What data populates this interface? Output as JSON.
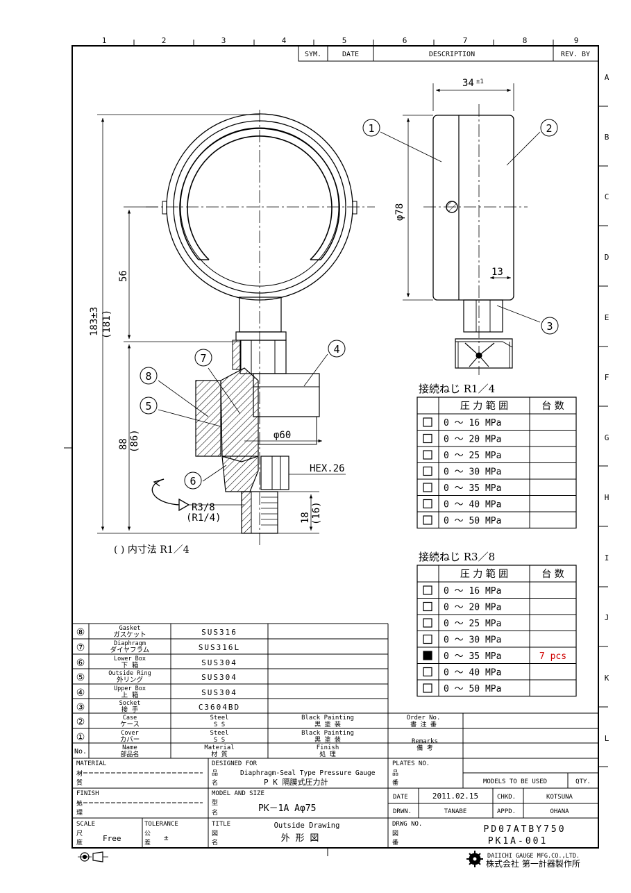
{
  "grid": {
    "cols": [
      "1",
      "2",
      "3",
      "4",
      "5",
      "6",
      "7",
      "8",
      "9"
    ],
    "rows": [
      "A",
      "B",
      "C",
      "D",
      "E",
      "F",
      "G",
      "H",
      "I",
      "J",
      "K",
      "L"
    ]
  },
  "revision": {
    "sym": "SYM.",
    "date": "DATE",
    "description": "DESCRIPTION",
    "rev_by": "REV. BY"
  },
  "dims": {
    "d34": "34",
    "d34_tol": "±1",
    "d78": "φ78",
    "d13": "13",
    "d56": "56",
    "d183": "183±3",
    "d181": "(181)",
    "d88": "88",
    "d86": "(86)",
    "d60": "φ60",
    "hex": "HEX.26",
    "r38": "R3/8",
    "r14": "(R1/4)",
    "d18": "18",
    "d16": "(16)"
  },
  "balloons": [
    "1",
    "2",
    "3",
    "4",
    "5",
    "6",
    "7",
    "8"
  ],
  "inner_note": "( ) 内寸法 R1／4",
  "table_r14": {
    "title": "接続ねじ R1／4",
    "head_range": "圧 力 範 囲",
    "head_qty": "台  数",
    "rows": [
      {
        "checked": false,
        "range": "0  ～  16 MPa",
        "qty": ""
      },
      {
        "checked": false,
        "range": "0  ～  20 MPa",
        "qty": ""
      },
      {
        "checked": false,
        "range": "0  ～  25 MPa",
        "qty": ""
      },
      {
        "checked": false,
        "range": "0  ～  30 MPa",
        "qty": ""
      },
      {
        "checked": false,
        "range": "0  ～  35 MPa",
        "qty": ""
      },
      {
        "checked": false,
        "range": "0  ～  40 MPa",
        "qty": ""
      },
      {
        "checked": false,
        "range": "0  ～  50 MPa",
        "qty": ""
      }
    ]
  },
  "table_r38": {
    "title": "接続ねじ R3／8",
    "head_range": "圧 力 範 囲",
    "head_qty": "台  数",
    "rows": [
      {
        "checked": false,
        "range": "0  ～  16 MPa",
        "qty": ""
      },
      {
        "checked": false,
        "range": "0  ～  20 MPa",
        "qty": ""
      },
      {
        "checked": false,
        "range": "0  ～  25 MPa",
        "qty": ""
      },
      {
        "checked": false,
        "range": "0  ～  30 MPa",
        "qty": ""
      },
      {
        "checked": true,
        "range": "0  ～  35 MPa",
        "qty": "7 pcs"
      },
      {
        "checked": false,
        "range": "0  ～  40 MPa",
        "qty": ""
      },
      {
        "checked": false,
        "range": "0  ～  50 MPa",
        "qty": ""
      }
    ]
  },
  "qty_color": "#d00000",
  "parts": [
    {
      "no": "⑧",
      "name_en": "Gasket",
      "name_jp": "ガスケット",
      "material": "SUS316",
      "finish": ""
    },
    {
      "no": "⑦",
      "name_en": "Diaphragm",
      "name_jp": "ダイヤフラム",
      "material": "SUS316L",
      "finish": ""
    },
    {
      "no": "⑥",
      "name_en": "Lower Box",
      "name_jp": "下  箱",
      "material": "SUS304",
      "finish": ""
    },
    {
      "no": "⑤",
      "name_en": "Outside Ring",
      "name_jp": "外リング",
      "material": "SUS304",
      "finish": ""
    },
    {
      "no": "④",
      "name_en": "Upper Box",
      "name_jp": "上  箱",
      "material": "SUS304",
      "finish": ""
    },
    {
      "no": "③",
      "name_en": "Socket",
      "name_jp": "接  手",
      "material": "C3604BD",
      "finish": ""
    }
  ],
  "parts_wide": [
    {
      "no": "②",
      "name_en": "Case",
      "name_jp": "ケース",
      "material_en": "Steel",
      "material_jp": "S S",
      "finish_en": "Black Painting",
      "finish_jp": "黒 塗 装"
    },
    {
      "no": "①",
      "name_en": "Cover",
      "name_jp": "カバー",
      "material_en": "Steel",
      "material_jp": "S S",
      "finish_en": "Black Painting",
      "finish_jp": "黒 塗 装"
    }
  ],
  "parts_header": {
    "no": "No.",
    "name_en": "Name",
    "name_jp": "部品名",
    "material_en": "Material",
    "material_jp": "材 質",
    "finish_en": "Finish",
    "finish_jp": "処 理"
  },
  "order": {
    "order_en": "Order No.",
    "order_jp": "書 注 番",
    "remarks_en": "Remarks",
    "remarks_jp": "備 考"
  },
  "title_block": {
    "material_label": "MATERIAL",
    "material_jp1": "材",
    "material_jp2": "質",
    "designed_for": "DESIGNED FOR",
    "designed_jp1": "品",
    "designed_jp2": "名",
    "designed_value_en": "Diaphragm-Seal Type Pressure Gauge",
    "designed_value_jp": "P K  隔膜式圧力計",
    "plates_label": "PLATES NO.",
    "plates_jp1": "品",
    "plates_jp2": "番",
    "models_used": "MODELS TO BE USED",
    "qty": "QTY.",
    "finish_label": "FINISH",
    "finish_jp1": "処",
    "finish_jp2": "理",
    "model_label": "MODEL AND SIZE",
    "model_jp1": "型",
    "model_jp2": "名",
    "model_value": "PK－1A  Aφ75",
    "date_label": "DATE",
    "date_value": "2011.02.15",
    "chkd_label": "CHKD.",
    "chkd_value": "KOTSUNA",
    "drwn_label": "DRWN.",
    "drwn_value": "TANABE",
    "appd_label": "APPD.",
    "appd_value": "OHANA",
    "scale_label": "SCALE",
    "scale_jp1": "尺",
    "scale_jp2": "度",
    "scale_value": "Free",
    "tol_label": "TOLERANCE",
    "tol_jp1": "公",
    "tol_jp2": "差",
    "tol_value": "±",
    "title_label": "TITLE",
    "title_jp1": "図",
    "title_jp2": "名",
    "title_value_en": "Outside Drawing",
    "title_value_jp": "外 形 図",
    "drwg_label": "DRWG NO.",
    "drwg_jp1": "図",
    "drwg_jp2": "番",
    "drwg_value1": "PD07ATBY750",
    "drwg_value2": "PK1A-001",
    "company_en": "DAIICHI GAUGE MFG.CO.,LTD.",
    "company_jp": "株式会社 第一計器製作所"
  }
}
